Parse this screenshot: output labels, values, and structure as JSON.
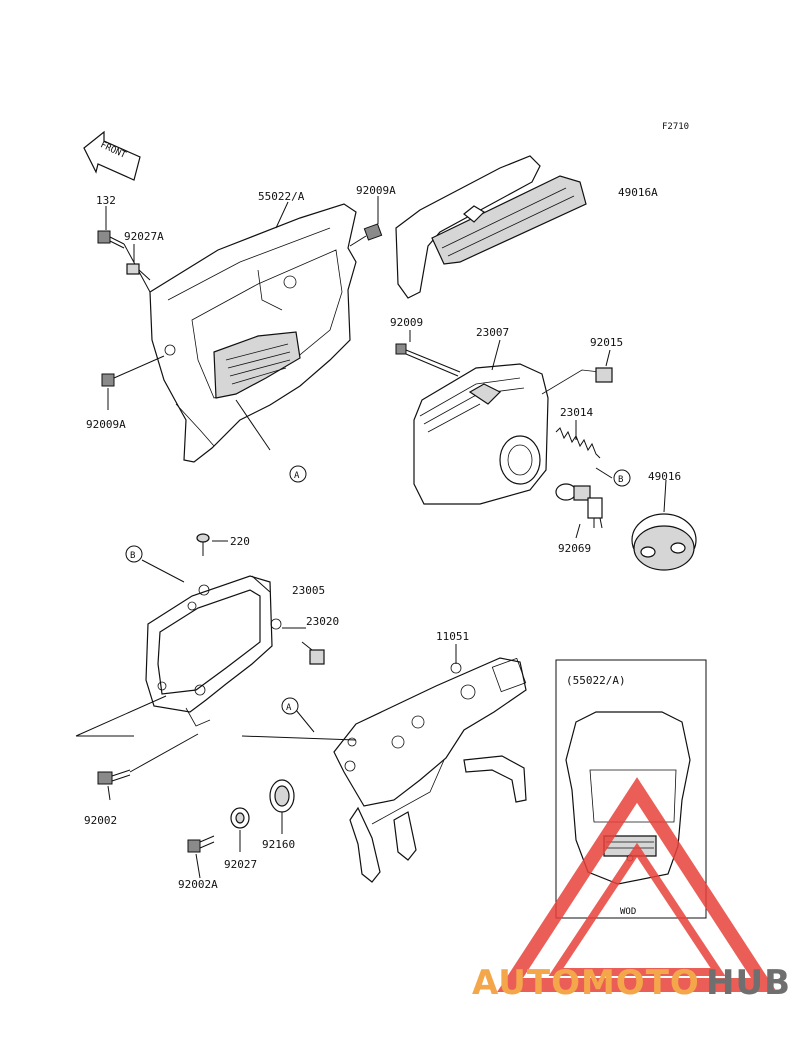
{
  "figure_code": "F2710",
  "front_label": "FRONT",
  "part_labels": {
    "p132": "132",
    "p92027A": "92027A",
    "p55022A": "55022/A",
    "p92009A_top": "92009A",
    "p49016A": "49016A",
    "p92009A_left": "92009A",
    "p92009": "92009",
    "p23007": "23007",
    "p92015": "92015",
    "p23014": "23014",
    "p49016": "49016",
    "p92069": "92069",
    "p220": "220",
    "p23005": "23005",
    "p23020": "23020",
    "p11051": "11051",
    "p92002": "92002",
    "p92160": "92160",
    "p92027": "92027",
    "p92002A": "92002A"
  },
  "callouts": {
    "a": "A",
    "b": "B"
  },
  "inset": {
    "title": "(55022/A)",
    "note": "WOD"
  },
  "watermark": {
    "part1": "AUTOMOTO",
    "part2": "HUB",
    "colors": {
      "orange": "#f3a64a",
      "gray": "#6f6f6f",
      "red": "#e8413a"
    }
  }
}
